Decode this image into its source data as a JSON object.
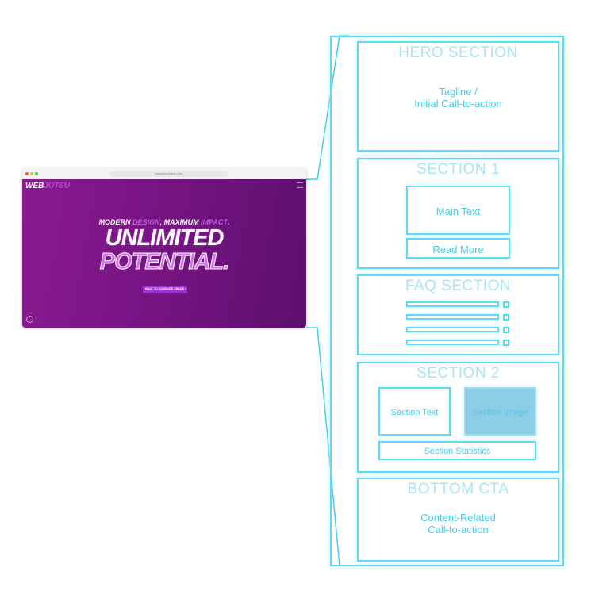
{
  "browser": {
    "url": "webjutsustudio.com"
  },
  "website": {
    "logo_main": "WEB",
    "logo_accent": "JUTSU",
    "tagline_parts": [
      "MODERN ",
      "DESIGN",
      ", MAXIMUM ",
      "IMPACT",
      "."
    ],
    "headline_1": "UNLIMITED",
    "headline_2": "POTENTIAL.",
    "cta_label": "I WANT TO DOMINATE ONLINE  >"
  },
  "wireframe": {
    "hero": {
      "title": "HERO SECTION",
      "text_1": "Tagline /",
      "text_2": "Initial Call-to-action"
    },
    "section1": {
      "title": "SECTION 1",
      "main_text": "Main Text",
      "read_more": "Read More"
    },
    "faq": {
      "title": "FAQ SECTION",
      "items": 4
    },
    "section2": {
      "title": "SECTION 2",
      "text": "Section Text",
      "image": "Section Image",
      "stats": "Section Statistics"
    },
    "bottom_cta": {
      "title": "BOTTOM CTA",
      "text_1": "Content-Related",
      "text_2": "Call-to-action"
    }
  },
  "colors": {
    "wire": "#5fd9f5",
    "brand_purple": "#8a1b8e",
    "image_fill": "#8ecde6"
  }
}
